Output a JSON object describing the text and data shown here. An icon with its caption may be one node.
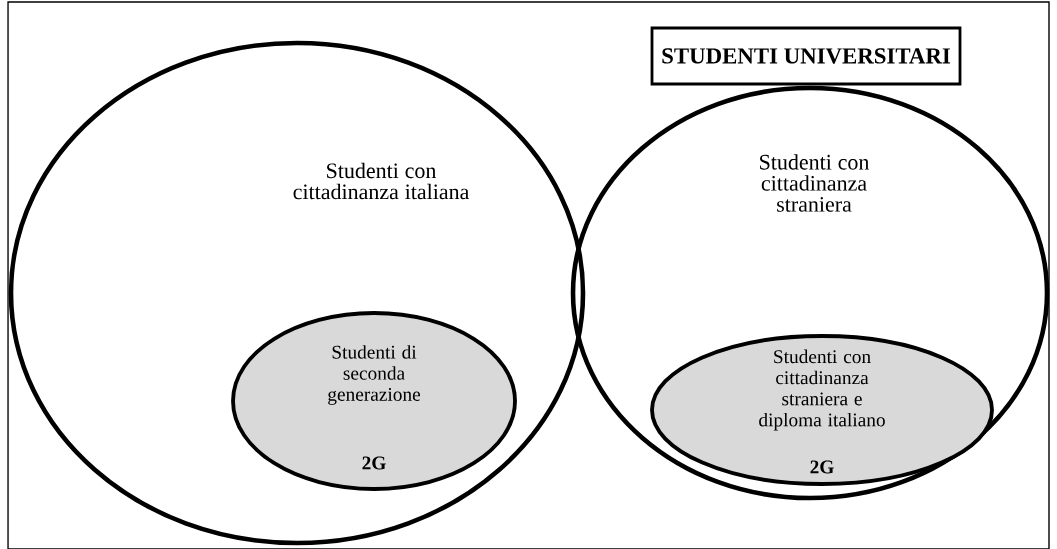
{
  "diagram": {
    "nodes": [
      {
        "text": [
          "STUDENTI UNIVERSITARI"
        ]
      },
      {
        "text": [
          "Studenti con cittadinanza italiana"
        ]
      },
      {
        "text": [
          "Studenti di seconda generazione",
          "2G"
        ],
        "in": 1
      },
      {
        "text": [
          "Studenti con cittadinanza straniera"
        ]
      },
      {
        "text": [
          "Studenti con cittadinanza straniera e diploma italiano",
          "2G"
        ],
        "in": 3
      }
    ],
    "edges": []
  }
}
